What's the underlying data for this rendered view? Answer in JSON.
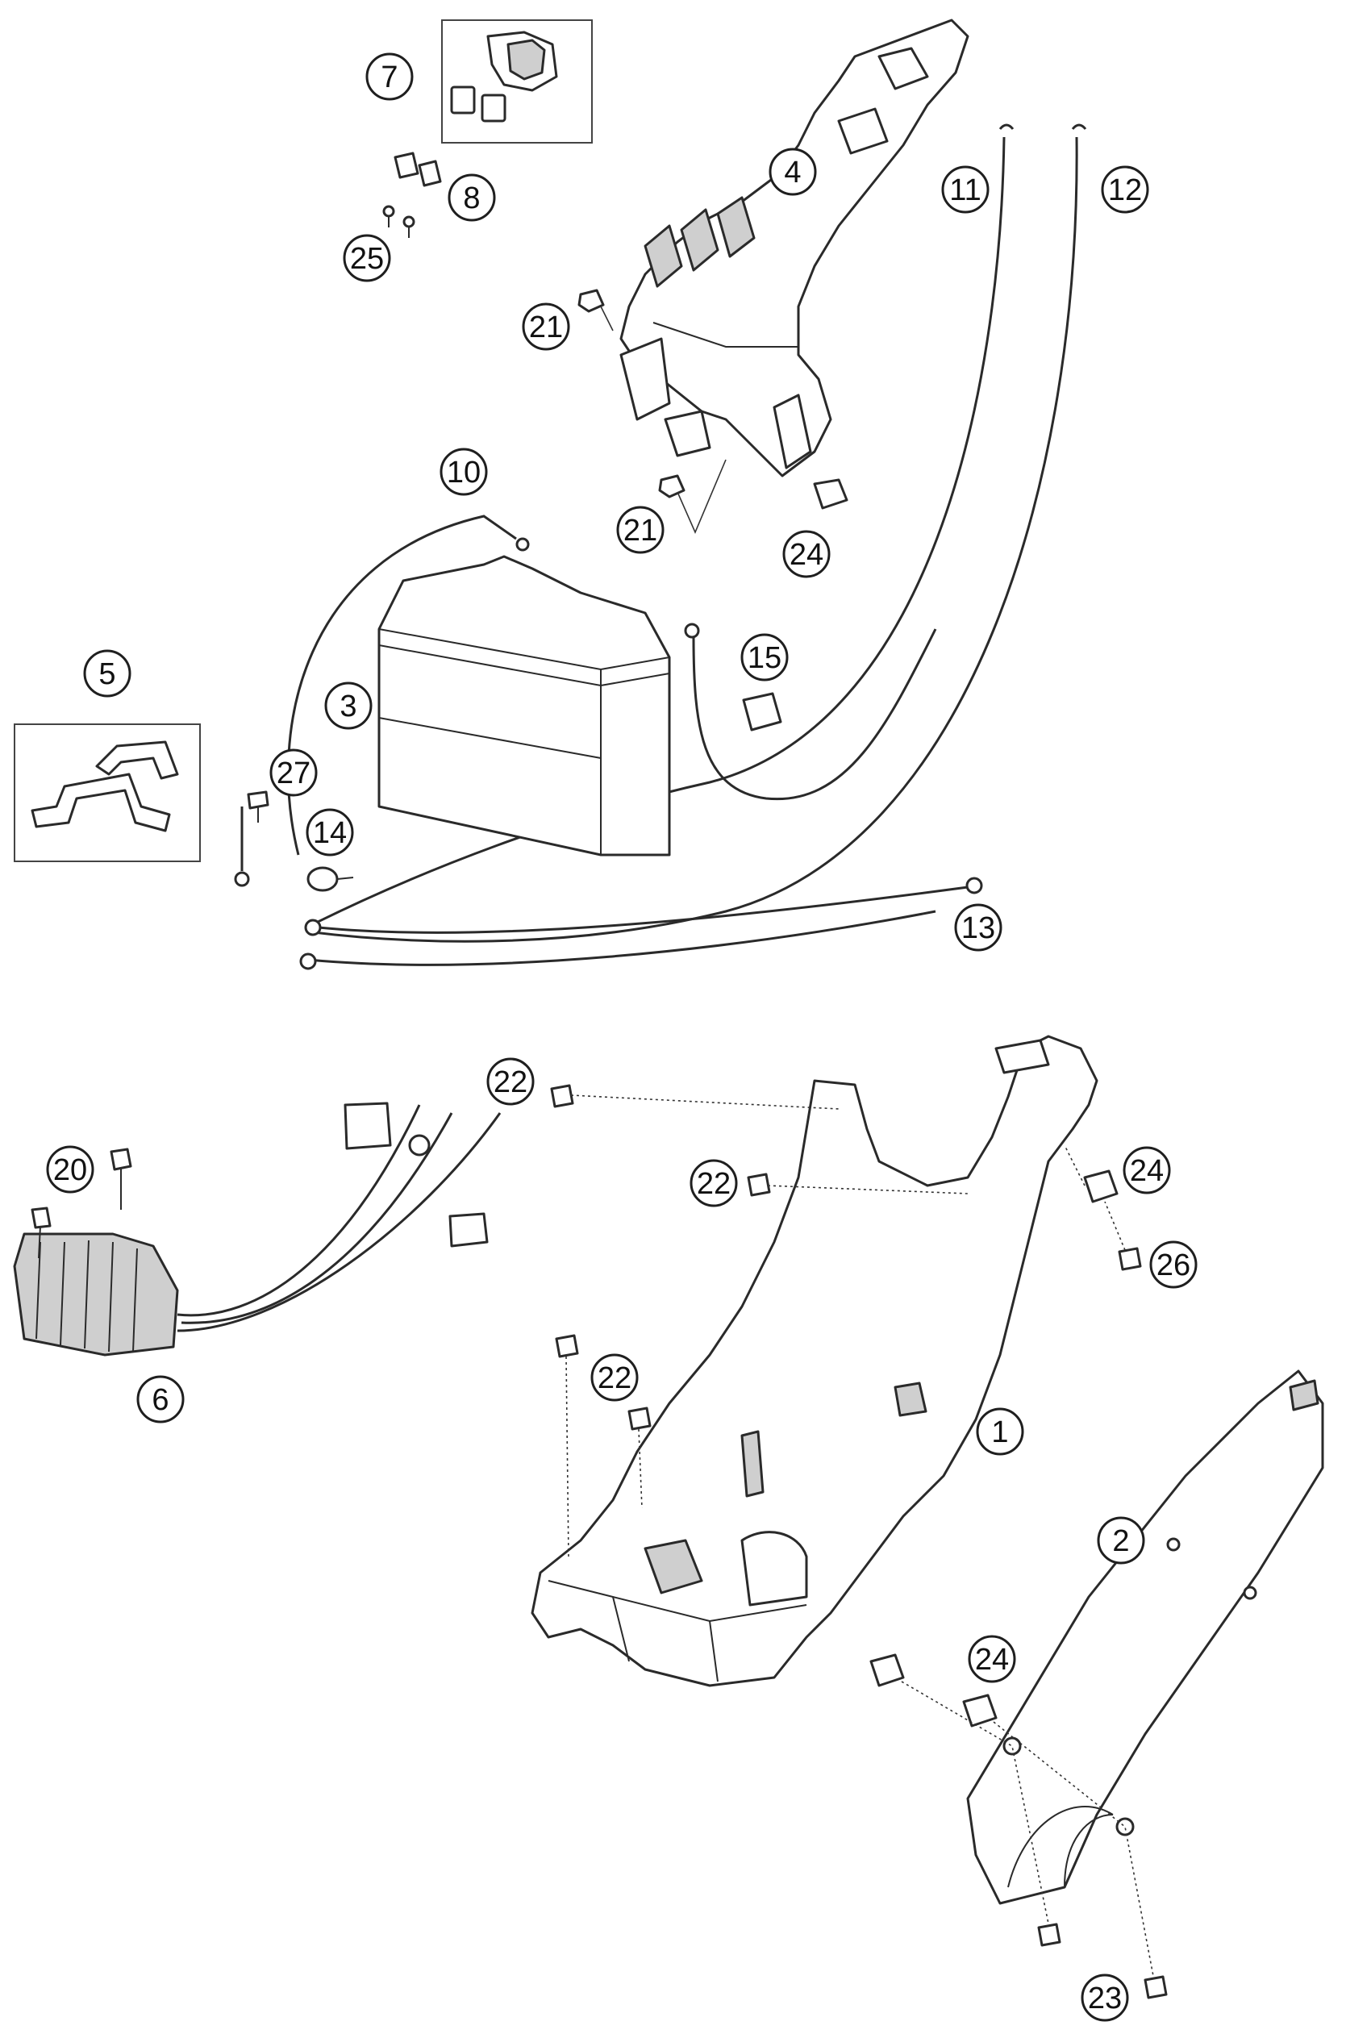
{
  "diagram": {
    "callouts": [
      {
        "id": "c1",
        "label": "1"
      },
      {
        "id": "c2",
        "label": "2"
      },
      {
        "id": "c3",
        "label": "3"
      },
      {
        "id": "c4",
        "label": "4"
      },
      {
        "id": "c5",
        "label": "5"
      },
      {
        "id": "c6",
        "label": "6"
      },
      {
        "id": "c7",
        "label": "7"
      },
      {
        "id": "c8",
        "label": "8"
      },
      {
        "id": "c10",
        "label": "10"
      },
      {
        "id": "c11",
        "label": "11"
      },
      {
        "id": "c12",
        "label": "12"
      },
      {
        "id": "c13",
        "label": "13"
      },
      {
        "id": "c14",
        "label": "14"
      },
      {
        "id": "c15",
        "label": "15"
      },
      {
        "id": "c20",
        "label": "20"
      },
      {
        "id": "c21a",
        "label": "21"
      },
      {
        "id": "c21b",
        "label": "21"
      },
      {
        "id": "c22a",
        "label": "22"
      },
      {
        "id": "c22b",
        "label": "22"
      },
      {
        "id": "c22c",
        "label": "22"
      },
      {
        "id": "c23",
        "label": "23"
      },
      {
        "id": "c24a",
        "label": "24"
      },
      {
        "id": "c24b",
        "label": "24"
      },
      {
        "id": "c24c",
        "label": "24"
      },
      {
        "id": "c25",
        "label": "25"
      },
      {
        "id": "c26",
        "label": "26"
      },
      {
        "id": "c27",
        "label": "27"
      }
    ]
  }
}
